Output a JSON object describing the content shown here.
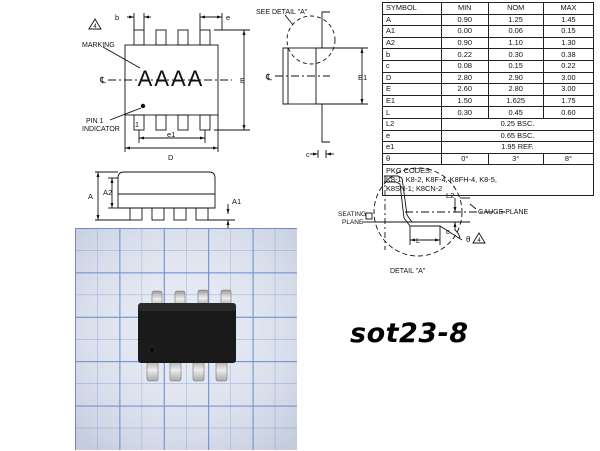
{
  "table": {
    "header": [
      "SYMBOL",
      "MIN",
      "NOM",
      "MAX"
    ],
    "rows": [
      [
        "A",
        "0.90",
        "1.25",
        "1.45"
      ],
      [
        "A1",
        "0.00",
        "0.06",
        "0.15"
      ],
      [
        "A2",
        "0.90",
        "1.10",
        "1.30"
      ],
      [
        "b",
        "0.22",
        "0.30",
        "0.38"
      ],
      [
        "c",
        "0.08",
        "0.15",
        "0.22"
      ],
      [
        "D",
        "2.80",
        "2.90",
        "3.00"
      ],
      [
        "E",
        "2.60",
        "2.80",
        "3.00"
      ],
      [
        "E1",
        "1.50",
        "1.625",
        "1.75"
      ],
      [
        "L",
        "0.30",
        "0.45",
        "0.60"
      ]
    ],
    "span_rows": [
      [
        "L2",
        "0.25 BSC."
      ],
      [
        "e",
        "0.65 BSC."
      ],
      [
        "e1",
        "1.95 REF."
      ],
      [
        "θ",
        "0°",
        "3°",
        "8°"
      ]
    ],
    "pkg_codes_title": "PKG CODES:",
    "pkg_codes_line1": "K8-1, K8-2, K8F-4, K8FH-4, K8-5,",
    "pkg_codes_line2": "K8SN-1; K8CN-2"
  },
  "top_view": {
    "marking_label": "MARKING",
    "pin1_label_line1": "PIN 1",
    "pin1_label_line2": "INDICATOR",
    "marking_text": "AAAA",
    "dim_b": "b",
    "dim_e": "e",
    "dim_e1": "e1",
    "dim_D": "D",
    "dim_E": "E",
    "dim_pin1": "1",
    "centerline": "℄"
  },
  "side_view": {
    "see_detail": "SEE DETAIL \"A\"",
    "dim_E1": "E1",
    "dim_c": "c",
    "centerline": "℄"
  },
  "front_view": {
    "dim_A": "A",
    "dim_A2": "A2",
    "dim_A1": "A1"
  },
  "detail": {
    "title": "DETAIL \"A\"",
    "gauge_plane": "GAUGE PLANE",
    "seating_plane_1": "SEATING",
    "seating_plane_2": "PLANE",
    "dim_L2": "L2",
    "dim_L": "L",
    "dim_theta": "θ",
    "dim_c": "c"
  },
  "photo": {
    "caption": "sot23-8",
    "grid_color": "#6f8fd6",
    "paper_color": "#e4e9f3",
    "chip_color": "#1a1a1a",
    "pin_color": "#cfcfcf"
  }
}
